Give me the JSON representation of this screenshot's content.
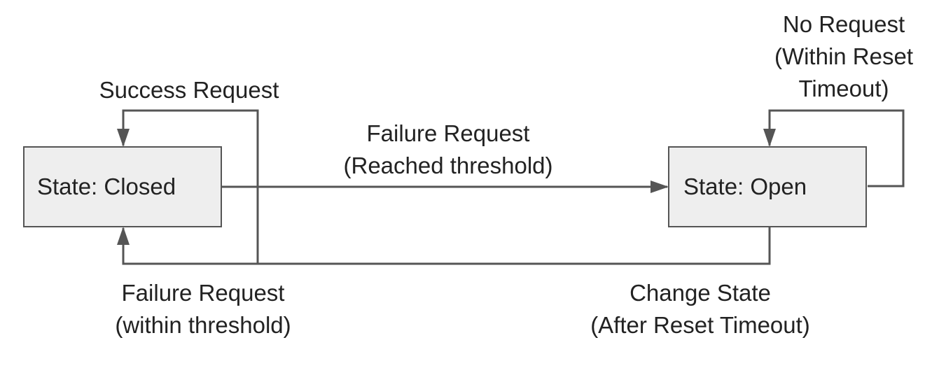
{
  "states": {
    "closed": "State: Closed",
    "open": "State: Open"
  },
  "transitions": {
    "success_request": "Success Request",
    "failure_reached": {
      "line1": "Failure Request",
      "line2": "(Reached threshold)"
    },
    "no_request": {
      "line1": "No Request",
      "line2": "(Within Reset",
      "line3": "Timeout)"
    },
    "failure_within": {
      "line1": "Failure Request",
      "line2": "(within threshold)"
    },
    "change_state": {
      "line1": "Change State",
      "line2": "(After Reset Timeout)"
    }
  },
  "colors": {
    "box_fill": "#eeeeee",
    "stroke": "#555555",
    "text": "#222222"
  }
}
